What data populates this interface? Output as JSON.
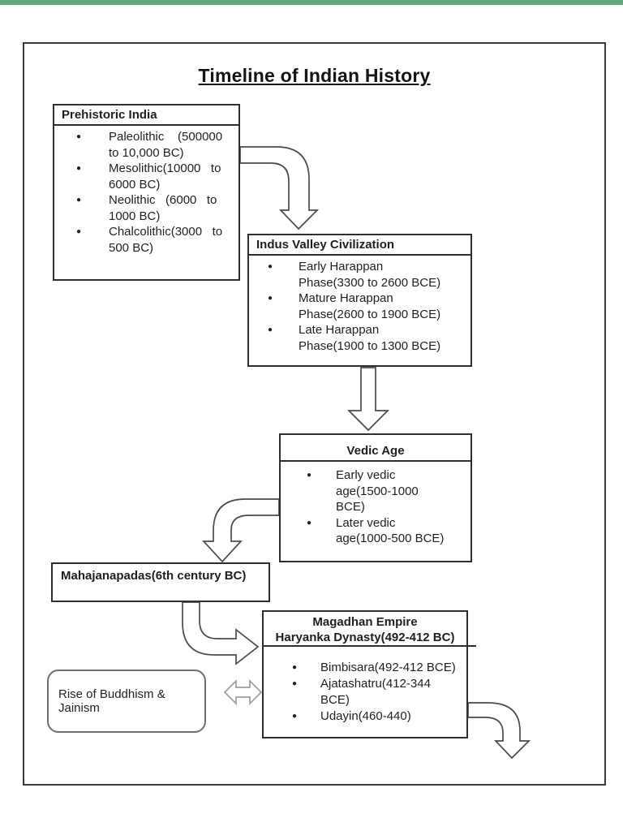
{
  "title": "Timeline of Indian History",
  "bullet_char": "●",
  "colors": {
    "accent_green": "#64a97e",
    "box_border": "#2e2e2e",
    "connector": "#4a4a4a",
    "double_arrow": "#9c9c9c"
  },
  "boxes": {
    "prehistoric": {
      "header": "Prehistoric India",
      "items": [
        "Paleolithic    (500000\nto 10,000 BC)",
        "Mesolithic(10000   to\n6000 BC)",
        "Neolithic   (6000   to\n1000 BC)",
        "Chalcolithic(3000   to\n500 BC)"
      ]
    },
    "indus": {
      "header": "Indus Valley Civilization",
      "items": [
        "Early Harappan\nPhase(3300 to 2600 BCE)",
        "Mature Harappan\nPhase(2600 to 1900 BCE)",
        "Late Harappan\nPhase(1900 to 1300 BCE)"
      ]
    },
    "vedic": {
      "header": "Vedic Age",
      "items": [
        "Early vedic\nage(1500-1000\nBCE)",
        "Later vedic\nage(1000-500 BCE)"
      ]
    },
    "mahajanapadas": {
      "label": "Mahajanapadas(6th century BC)"
    },
    "magadhan": {
      "header_line1": "Magadhan Empire",
      "header_line2": "Haryanka Dynasty(492-412 BC)",
      "items": [
        "Bimbisara(492-412 BCE)",
        "Ajatashatru(412-344\nBCE)",
        "Udayin(460-440)"
      ]
    },
    "buddhism": {
      "label": "Rise of Buddhism & Jainism"
    }
  },
  "connectors": [
    "prehistoric-to-indus-bent-arrow",
    "indus-to-vedic-down-arrow",
    "vedic-to-mahajanapadas-bent-arrow",
    "mahajanapadas-to-magadhan-bent-arrow",
    "magadhan-continuation-bent-arrow",
    "buddhism-magadhan-double-arrow"
  ]
}
